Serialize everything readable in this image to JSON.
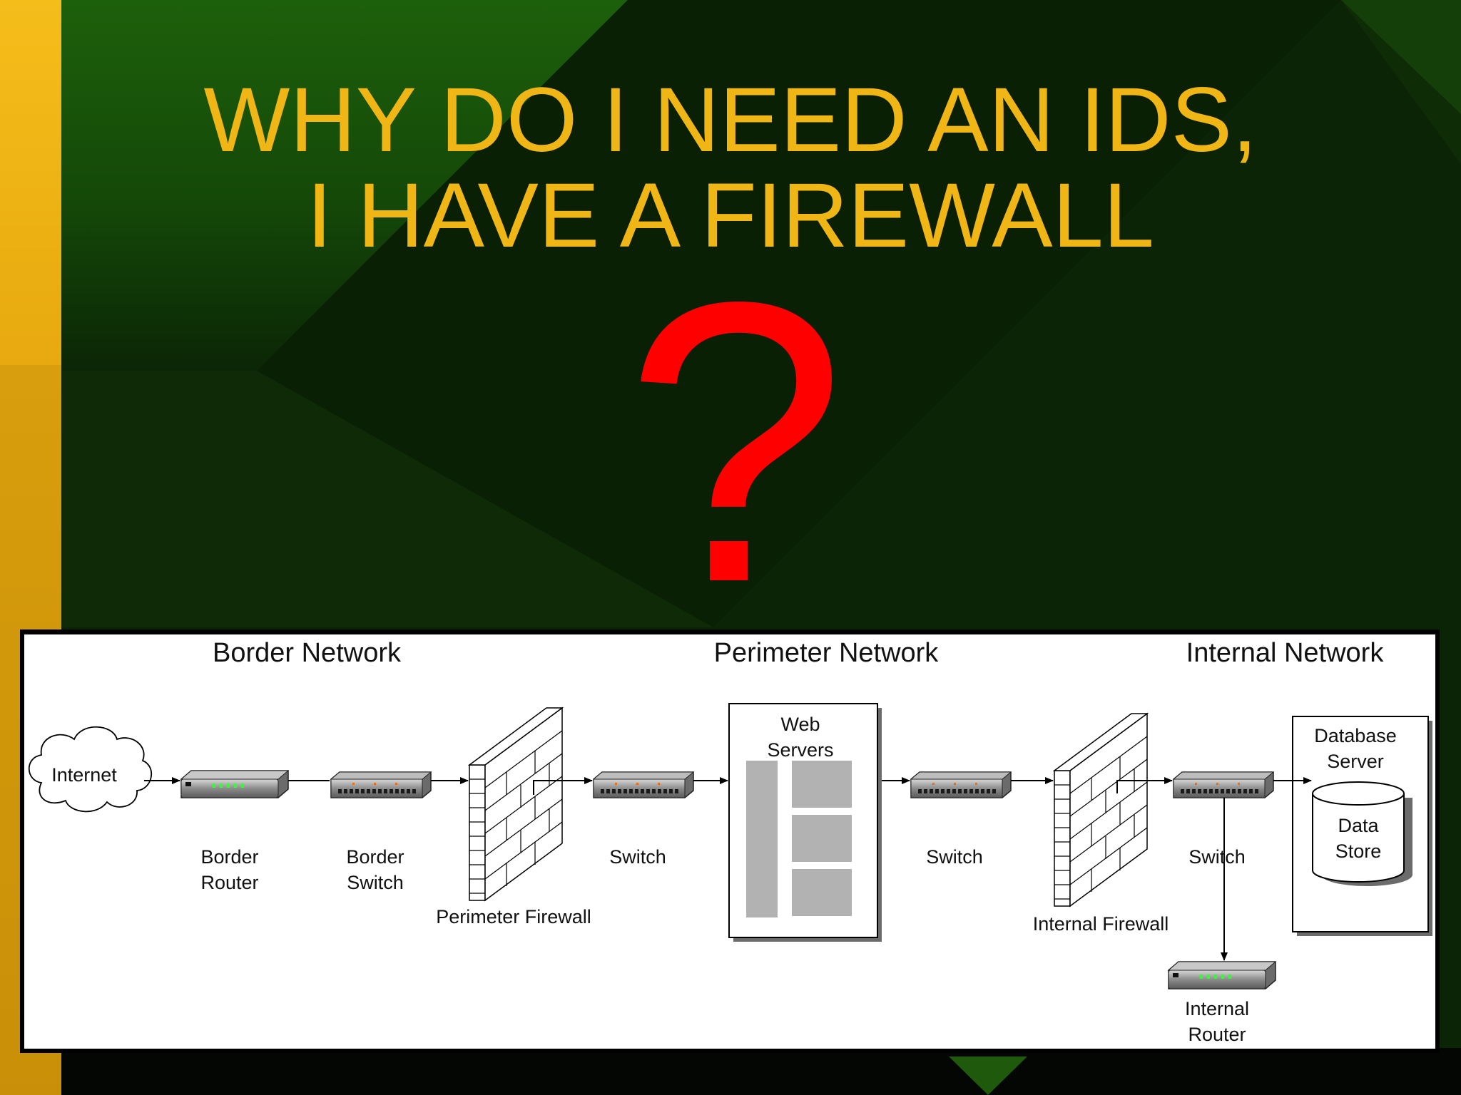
{
  "slide": {
    "title_line1": "WHY DO I NEED AN IDS,",
    "title_line2": "I HAVE A FIREWALL",
    "question_mark": "?"
  },
  "diagram": {
    "zones": {
      "border": "Border Network",
      "perimeter": "Perimeter Network",
      "internal": "Internal Network"
    },
    "nodes": {
      "internet": "Internet",
      "border_router_1": "Border",
      "border_router_2": "Router",
      "border_switch_1": "Border",
      "border_switch_2": "Switch",
      "perimeter_firewall": "Perimeter Firewall",
      "perimeter_switch": "Switch",
      "web_servers_1": "Web",
      "web_servers_2": "Servers",
      "internal_switch_1": "Switch",
      "internal_firewall": "Internal Firewall",
      "internal_switch_2": "Switch",
      "database_server_1": "Database",
      "database_server_2": "Server",
      "data_store_1": "Data",
      "data_store_2": "Store",
      "internal_router_1": "Internal",
      "internal_router_2": "Router"
    }
  },
  "colors": {
    "title": "#efb615",
    "question_mark": "#ff0000",
    "background_dark": "#0a1f06",
    "background_green": "#1c5e0c",
    "sidebar_gold": "#f2b81a"
  }
}
